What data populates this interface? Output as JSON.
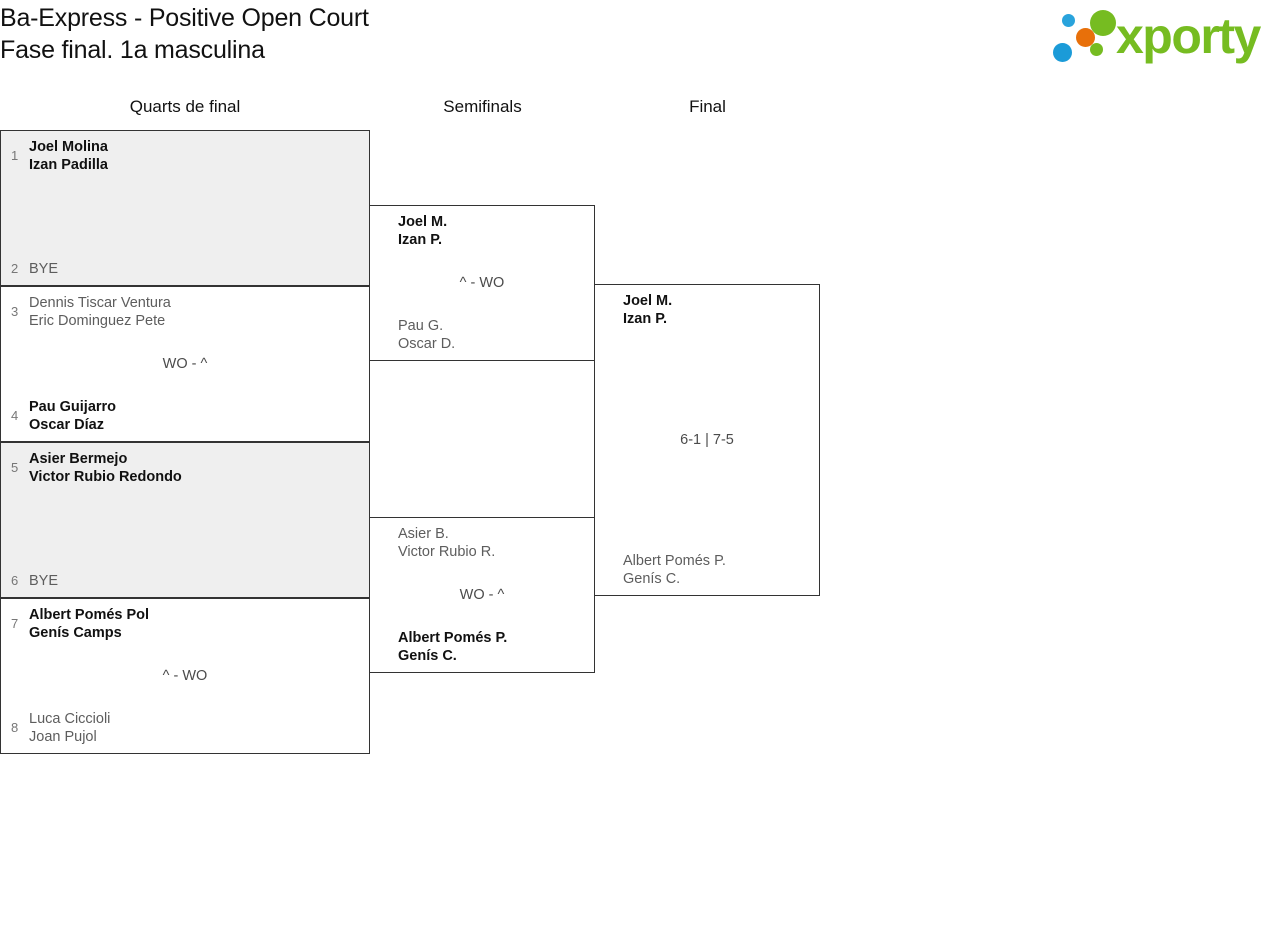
{
  "header": {
    "title_line1": "Ba-Express - Positive Open Court",
    "title_line2": "Fase final. 1a masculina",
    "logo_word": "xporty",
    "logo_colors": {
      "green": "#76BC21",
      "blue": "#1B9BD8",
      "orange": "#E8700A"
    }
  },
  "rounds": [
    {
      "label": "Quarts de final"
    },
    {
      "label": "Semifinals"
    },
    {
      "label": "Final"
    }
  ],
  "bracket": {
    "round1": [
      {
        "shaded": true,
        "score": "",
        "top": {
          "seed": "1",
          "names": [
            "Joel Molina",
            "Izan Padilla"
          ],
          "result": "winner",
          "bye": false
        },
        "bottom": {
          "seed": "2",
          "names": [
            "BYE"
          ],
          "result": "bye",
          "bye": true
        }
      },
      {
        "shaded": false,
        "score": "WO - ^",
        "top": {
          "seed": "3",
          "names": [
            "Dennis Tiscar Ventura",
            "Eric Dominguez Pete"
          ],
          "result": "loser",
          "bye": false
        },
        "bottom": {
          "seed": "4",
          "names": [
            "Pau Guijarro",
            "Oscar Díaz"
          ],
          "result": "winner",
          "bye": false
        }
      },
      {
        "shaded": true,
        "score": "",
        "top": {
          "seed": "5",
          "names": [
            "Asier Bermejo",
            "Victor Rubio Redondo"
          ],
          "result": "winner",
          "bye": false
        },
        "bottom": {
          "seed": "6",
          "names": [
            "BYE"
          ],
          "result": "bye",
          "bye": true
        }
      },
      {
        "shaded": false,
        "score": "^ - WO",
        "top": {
          "seed": "7",
          "names": [
            "Albert Pomés Pol",
            "Genís Camps"
          ],
          "result": "winner",
          "bye": false
        },
        "bottom": {
          "seed": "8",
          "names": [
            "Luca Ciccioli",
            "Joan Pujol"
          ],
          "result": "loser",
          "bye": false
        }
      }
    ],
    "round2": [
      {
        "shaded": false,
        "score": "^ - WO",
        "top": {
          "seed": "",
          "names": [
            "Joel M.",
            "Izan P."
          ],
          "result": "winner",
          "bye": false
        },
        "bottom": {
          "seed": "",
          "names": [
            "Pau G.",
            "Oscar D."
          ],
          "result": "loser",
          "bye": false
        }
      },
      {
        "shaded": false,
        "score": "WO - ^",
        "top": {
          "seed": "",
          "names": [
            "Asier B.",
            "Victor Rubio R."
          ],
          "result": "loser",
          "bye": false
        },
        "bottom": {
          "seed": "",
          "names": [
            "Albert Pomés P.",
            "Genís C."
          ],
          "result": "winner",
          "bye": false
        }
      }
    ],
    "round3": [
      {
        "shaded": false,
        "score": "6-1 | 7-5",
        "top": {
          "seed": "",
          "names": [
            "Joel M.",
            "Izan P."
          ],
          "result": "winner",
          "bye": false
        },
        "bottom": {
          "seed": "",
          "names": [
            "Albert Pomés P.",
            "Genís C."
          ],
          "result": "loser",
          "bye": false
        }
      }
    ]
  }
}
